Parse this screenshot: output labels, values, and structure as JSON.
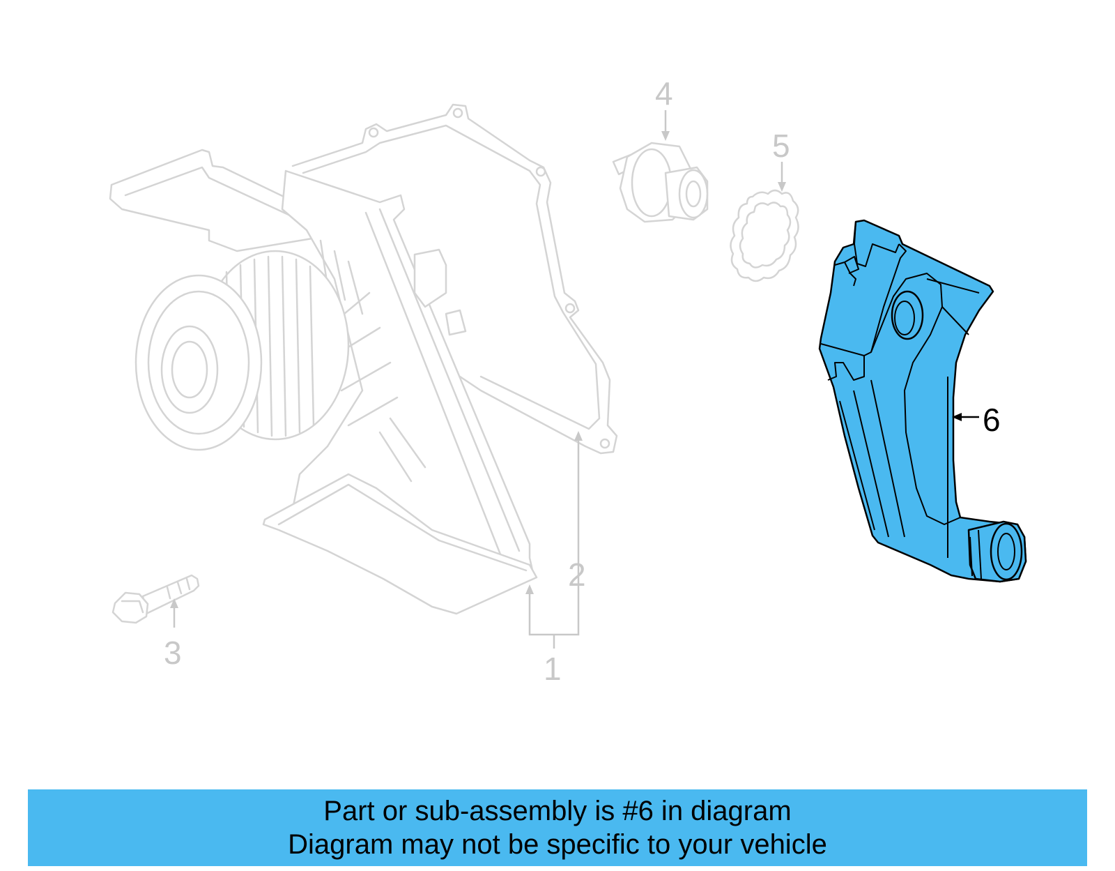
{
  "callouts": [
    {
      "number": "1",
      "highlighted": false
    },
    {
      "number": "2",
      "highlighted": false
    },
    {
      "number": "3",
      "highlighted": false
    },
    {
      "number": "4",
      "highlighted": false
    },
    {
      "number": "5",
      "highlighted": false
    },
    {
      "number": "6",
      "highlighted": true
    }
  ],
  "colors": {
    "highlight": "#4ab9f0",
    "ghost_lines": "#d4d4d4",
    "ghost_labels": "#c8c8c8"
  },
  "banner": {
    "line1": "Part or sub-assembly is #6 in diagram",
    "line2": "Diagram may not be specific to your vehicle"
  }
}
